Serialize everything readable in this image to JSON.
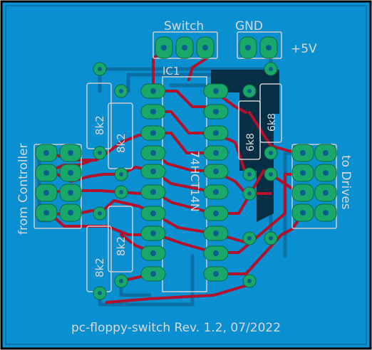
{
  "labels": {
    "switch": "Switch",
    "gnd": "GND",
    "vcc": "+5V",
    "ic": "IC1",
    "chip": "74HCT14N",
    "from_controller": "from Controller",
    "to_drives": "to Drives",
    "r1": "8k2",
    "r2": "8k2",
    "r3": "8k2",
    "r4": "8k2",
    "r5": "6k8",
    "r6": "6k8",
    "footer": "pc-floppy-switch Rev. 1.2, 07/2022"
  },
  "colors": {
    "board": "#0a8fd0",
    "outline": "#000000",
    "copper_top": "#b2102b",
    "copper_bottom": "#0a6fa4",
    "pad": "#1aa86a",
    "silk": "#cfcfcf"
  }
}
